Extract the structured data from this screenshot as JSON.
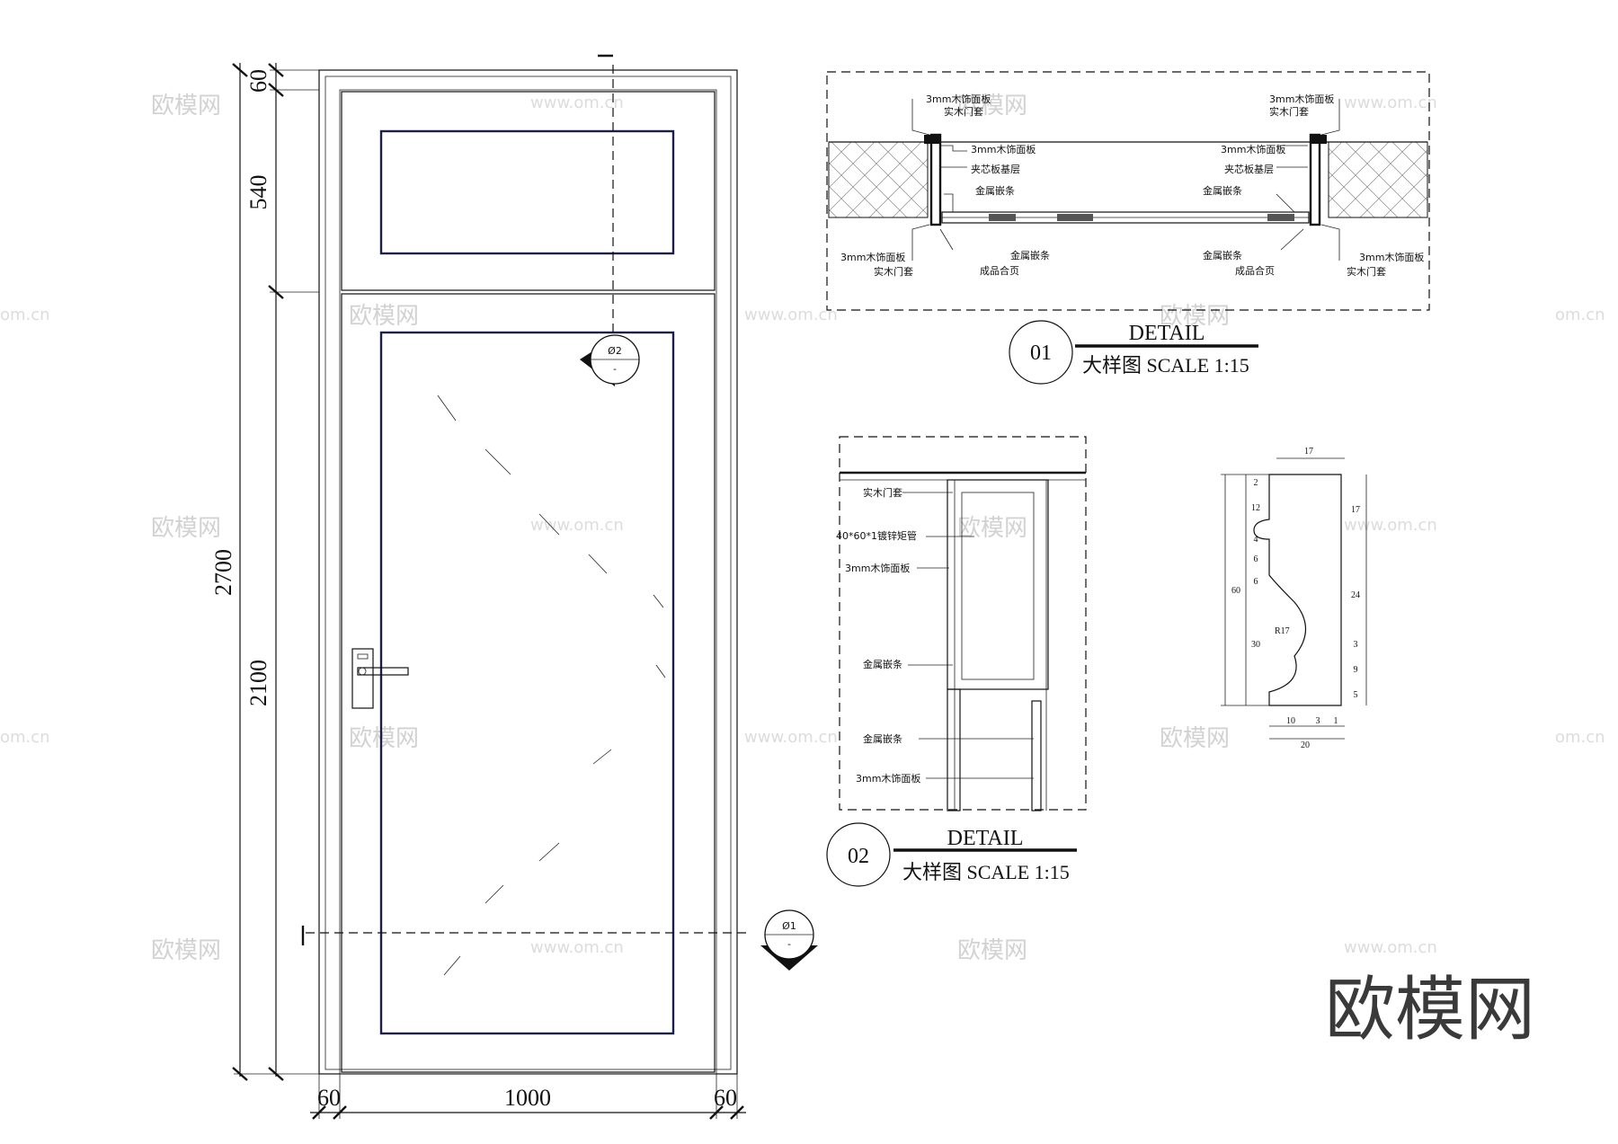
{
  "elevation": {
    "dims_vertical": {
      "d60": "60",
      "d540": "540",
      "d2700": "2700",
      "d2100": "2100"
    },
    "dims_horizontal": {
      "left60": "60",
      "width1000": "1000",
      "right60": "60"
    },
    "section_markers": {
      "m2": {
        "num": "Ø2",
        "sub": "-"
      },
      "m1": {
        "num": "Ø1",
        "sub": "-"
      }
    }
  },
  "detail01": {
    "labels_left": [
      "3mm木饰面板",
      "实木门套",
      "3mm木饰面板",
      "夹芯板基层",
      "金属嵌条",
      "3mm木饰面板",
      "实木门套",
      "金属嵌条",
      "成品合页"
    ],
    "labels_right": [
      "3mm木饰面板",
      "实木门套",
      "3mm木饰面板",
      "夹芯板基层",
      "金属嵌条",
      "金属嵌条",
      "成品合页",
      "3mm木饰面板",
      "实木门套"
    ],
    "circle": "01",
    "title": "DETAIL",
    "scale": "大样图  SCALE 1:15"
  },
  "detail02": {
    "labels": [
      "实木门套",
      "40*60*1镀锌矩管",
      "3mm木饰面板",
      "金属嵌条",
      "金属嵌条",
      "3mm木饰面板"
    ],
    "circle": "02",
    "title": "DETAIL",
    "scale": "大样图  SCALE 1:15"
  },
  "profile": {
    "top": "17",
    "left_dims": [
      "2",
      "12",
      "4",
      "6",
      "6",
      "60",
      "30",
      "3",
      "9",
      "5"
    ],
    "right_dims": [
      "17",
      "24"
    ],
    "radius": "R17",
    "bottom_dims": [
      "10",
      "3",
      "1",
      "20"
    ]
  },
  "watermarks": {
    "brand": "欧模网",
    "site": "www.om.cn",
    "site_edge": "om.cn",
    "big": "欧模网"
  }
}
